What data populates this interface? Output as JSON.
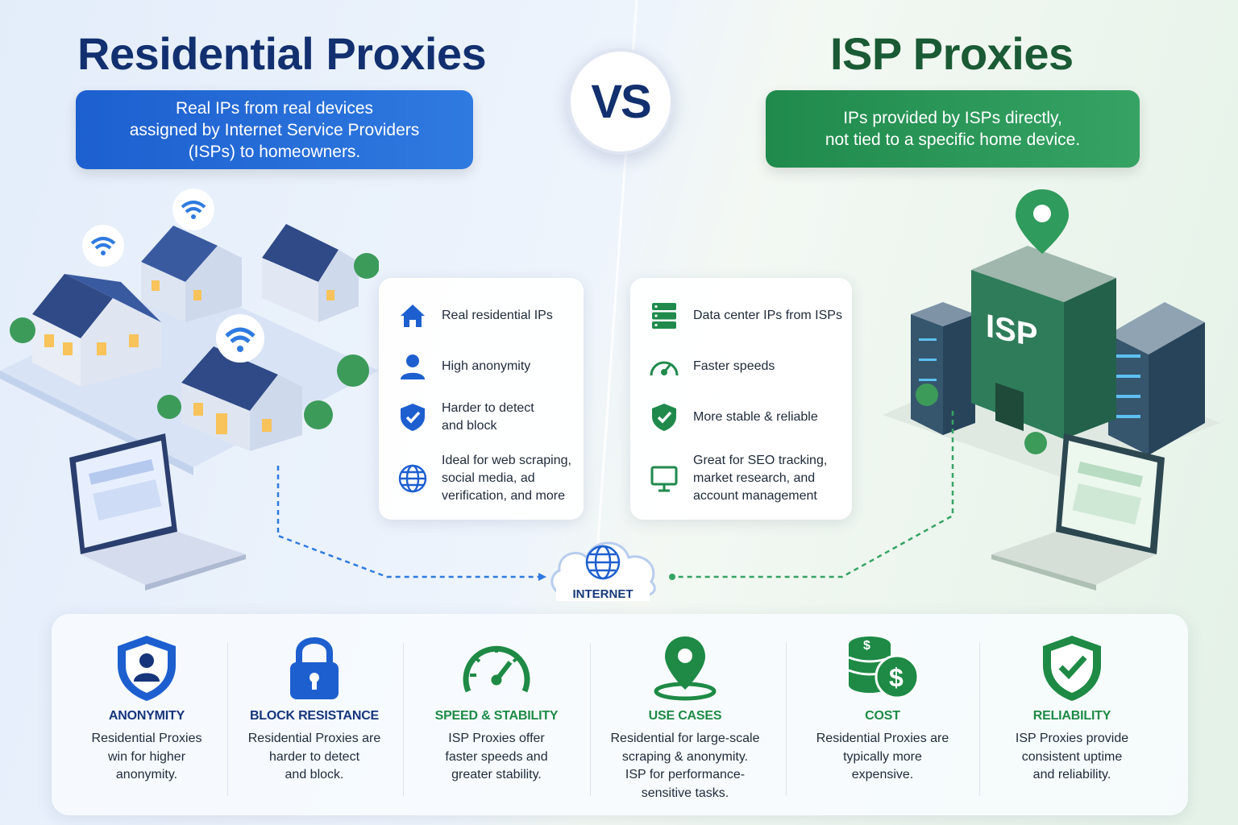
{
  "left": {
    "title": "Residential Proxies",
    "subtitle_lines": [
      "Real IPs from real devices",
      "assigned by Internet Service Providers",
      "(ISPs) to homeowners."
    ],
    "features": [
      {
        "icon": "house-icon",
        "lines": [
          "Real residential IPs"
        ]
      },
      {
        "icon": "user-icon",
        "lines": [
          "High anonymity"
        ]
      },
      {
        "icon": "shield-check-icon",
        "lines": [
          "Harder to detect",
          "and block"
        ]
      },
      {
        "icon": "globe-icon",
        "lines": [
          "Ideal for web scraping,",
          "social media, ad",
          "verification, and more"
        ]
      }
    ]
  },
  "vs_label": "VS",
  "right": {
    "title": "ISP Proxies",
    "subtitle_lines": [
      "IPs provided by ISPs directly,",
      "not tied to a specific home device."
    ],
    "building_label": "ISP",
    "features": [
      {
        "icon": "server-icon",
        "lines": [
          "Data center IPs from ISPs"
        ]
      },
      {
        "icon": "speedometer-icon",
        "lines": [
          "Faster speeds"
        ]
      },
      {
        "icon": "shield-check-icon",
        "lines": [
          "More stable & reliable"
        ]
      },
      {
        "icon": "monitor-icon",
        "lines": [
          "Great for SEO tracking,",
          "market research, and",
          "account management"
        ]
      }
    ]
  },
  "internet_label": "INTERNET",
  "comparison": [
    {
      "icon": "shield-user-icon",
      "heading": "ANONYMITY",
      "color": "#16357a",
      "lines": [
        "Residential Proxies",
        "win for higher",
        "anonymity."
      ]
    },
    {
      "icon": "padlock-icon",
      "heading": "BLOCK RESISTANCE",
      "color": "#16357a",
      "lines": [
        "Residential Proxies are",
        "harder to detect",
        "and block."
      ]
    },
    {
      "icon": "speedometer-icon",
      "heading": "SPEED & STABILITY",
      "color": "#1e8a45",
      "lines": [
        "ISP Proxies offer",
        "faster speeds and",
        "greater stability."
      ]
    },
    {
      "icon": "location-pin-icon",
      "heading": "USE CASES",
      "color": "#1e8a45",
      "lines": [
        "Residential for large-scale",
        "scraping & anonymity.",
        "ISP for performance-",
        "sensitive tasks."
      ]
    },
    {
      "icon": "coins-dollar-icon",
      "heading": "COST",
      "color": "#1e8a45",
      "lines": [
        "Residential Proxies are",
        "typically more",
        "expensive."
      ]
    },
    {
      "icon": "shield-check-icon",
      "heading": "RELIABILITY",
      "color": "#1e8a45",
      "lines": [
        "ISP Proxies provide",
        "consistent uptime",
        "and reliability."
      ]
    }
  ],
  "colors": {
    "blue": "#1d5fcf",
    "navy": "#12306f",
    "green": "#1f8a4c",
    "dark_green": "#1a5a34"
  }
}
